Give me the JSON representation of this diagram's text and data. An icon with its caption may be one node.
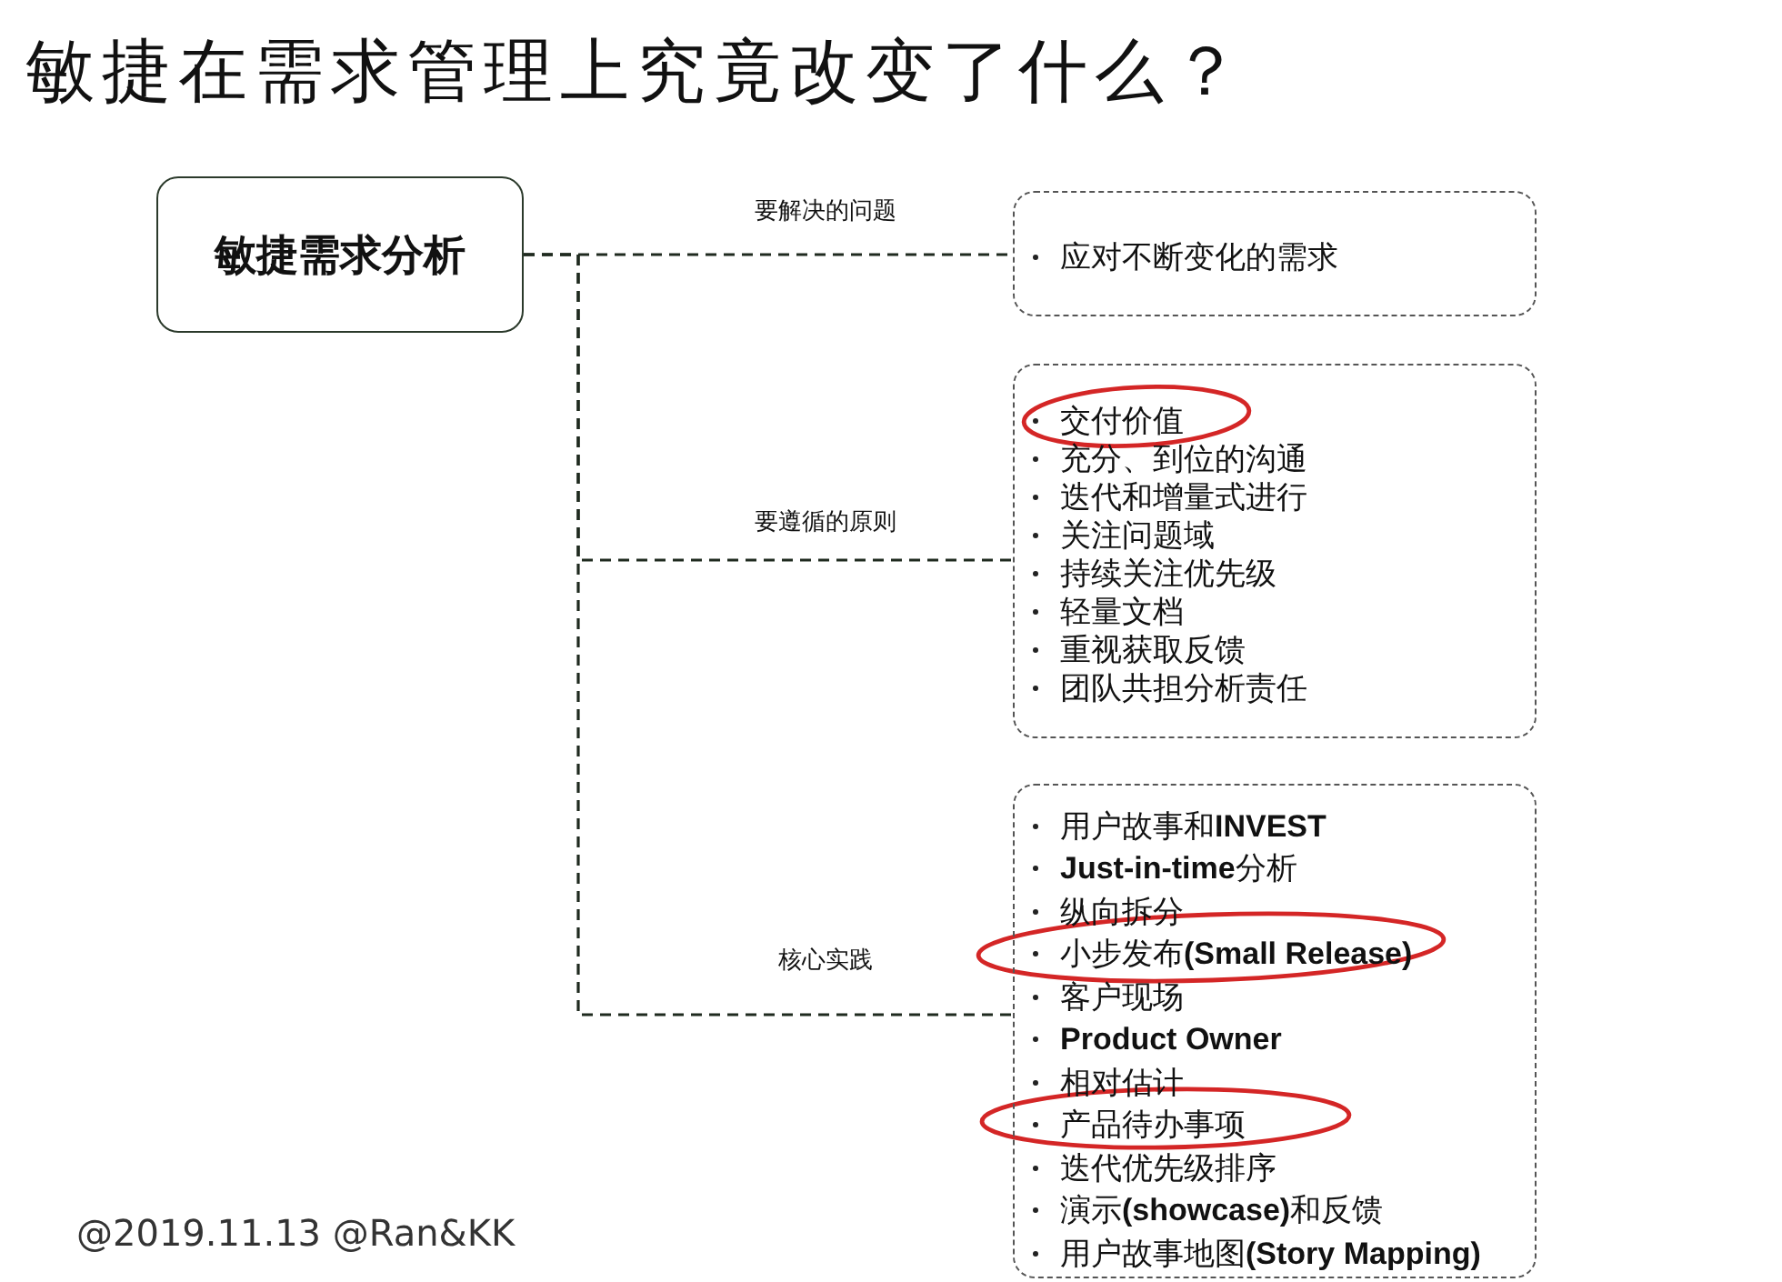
{
  "diagram": {
    "title": "敏捷在需求管理上究竟改变了什么？",
    "nodes": [
      {
        "text": [
          "敏捷需求分析"
        ]
      },
      {
        "text": [
          "应对不断变化的需求"
        ]
      },
      {
        "text": [
          "交付价值",
          "充分、到位的沟通",
          "迭代和增量式进行",
          "关注问题域",
          "持续关注优先级",
          "轻量文档",
          "重视获取反馈",
          "团队共担分析责任"
        ]
      },
      {
        "text": [
          "用户故事和**INVEST**",
          "**Just-in-time**分析",
          "纵向拆分",
          "小步发布**(Small Release)**",
          "客户现场",
          "Product Owner",
          "相对估计",
          "产品待办事项",
          "迭代优先级排序",
          "演示**(showcase)**和反馈",
          "用户故事地图**(Story Mapping)**"
        ]
      }
    ],
    "edges": [
      {
        "from": 0,
        "to": 1,
        "arrow": "none",
        "label": "要解决的问题",
        "style": "dashed"
      },
      {
        "from": 0,
        "to": 2,
        "arrow": "none",
        "label": "要遵循的原则",
        "style": "dashed"
      },
      {
        "from": 0,
        "to": 3,
        "arrow": "none",
        "label": "核心实践",
        "style": "dashed"
      }
    ],
    "labels": [
      "@2019.11.13 @Ran&KK"
    ]
  }
}
